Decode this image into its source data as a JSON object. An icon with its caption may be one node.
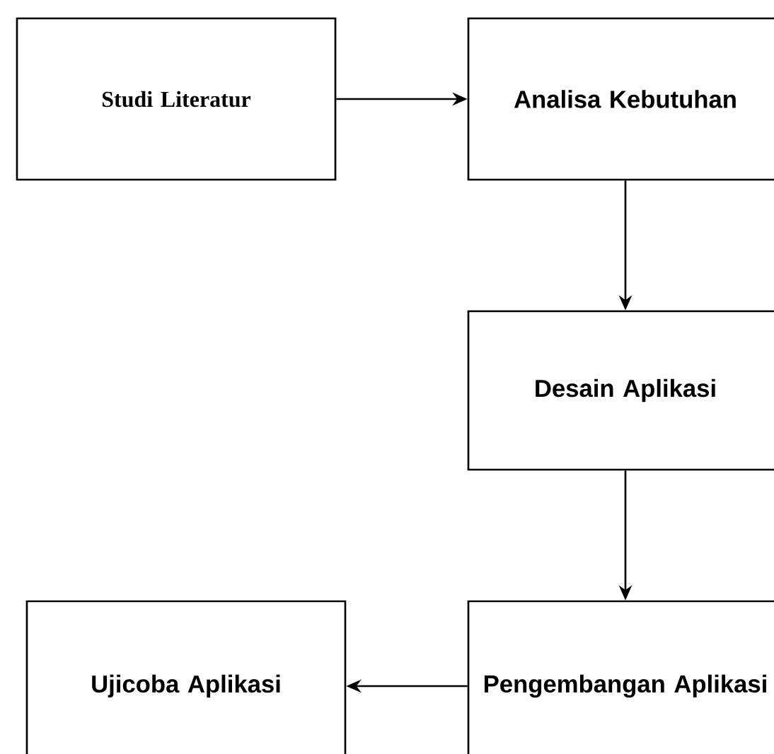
{
  "diagram": {
    "nodes": [
      {
        "text": [
          "Studi Literatur"
        ]
      },
      {
        "text": [
          "Analisa Kebutuhan"
        ]
      },
      {
        "text": [
          "Desain Aplikasi"
        ]
      },
      {
        "text": [
          "Pengembangan Aplikasi"
        ]
      },
      {
        "text": [
          "Ujicoba Aplikasi"
        ]
      }
    ],
    "edges": [
      {
        "from": 0,
        "to": 1,
        "arrow": "to"
      },
      {
        "from": 1,
        "to": 2,
        "arrow": "to"
      },
      {
        "from": 2,
        "to": 3,
        "arrow": "to"
      },
      {
        "from": 3,
        "to": 4,
        "arrow": "to"
      }
    ]
  }
}
